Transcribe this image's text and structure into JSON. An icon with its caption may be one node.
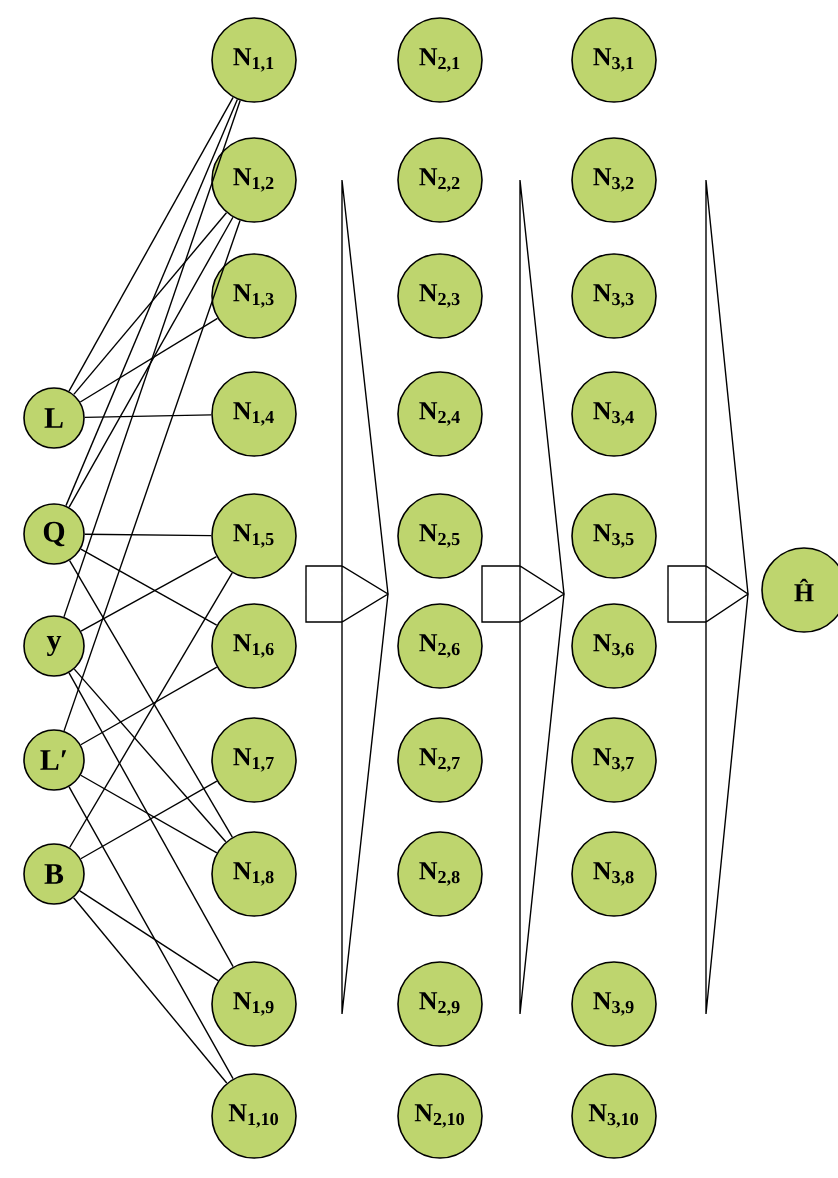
{
  "diagram": {
    "nodes": [
      {
        "text": [
          "L"
        ]
      },
      {
        "text": [
          "Q"
        ]
      },
      {
        "text": [
          "y"
        ]
      },
      {
        "text": [
          "L′"
        ]
      },
      {
        "text": [
          "B"
        ]
      },
      {
        "text": [
          "N$_{1,1}$"
        ]
      },
      {
        "text": [
          "N$_{1,2}$"
        ]
      },
      {
        "text": [
          "N$_{1,3}$"
        ]
      },
      {
        "text": [
          "N$_{1,4}$"
        ]
      },
      {
        "text": [
          "N$_{1,5}$"
        ]
      },
      {
        "text": [
          "N$_{1,6}$"
        ]
      },
      {
        "text": [
          "N$_{1,7}$"
        ]
      },
      {
        "text": [
          "N$_{1,8}$"
        ]
      },
      {
        "text": [
          "N$_{1,9}$"
        ]
      },
      {
        "text": [
          "N$_{1,10}$"
        ]
      },
      {
        "text": [
          "N$_{2,1}$"
        ]
      },
      {
        "text": [
          "N$_{2,2}$"
        ]
      },
      {
        "text": [
          "N$_{2,3}$"
        ]
      },
      {
        "text": [
          "N$_{2,4}$"
        ]
      },
      {
        "text": [
          "N$_{2,5}$"
        ]
      },
      {
        "text": [
          "N$_{2,6}$"
        ]
      },
      {
        "text": [
          "N$_{2,7}$"
        ]
      },
      {
        "text": [
          "N$_{2,8}$"
        ]
      },
      {
        "text": [
          "N$_{2,9}$"
        ]
      },
      {
        "text": [
          "N$_{2,10}$"
        ]
      },
      {
        "text": [
          "N$_{3,1}$"
        ]
      },
      {
        "text": [
          "N$_{3,2}$"
        ]
      },
      {
        "text": [
          "N$_{3,3}$"
        ]
      },
      {
        "text": [
          "N$_{3,4}$"
        ]
      },
      {
        "text": [
          "N$_{3,5}$"
        ]
      },
      {
        "text": [
          "N$_{3,6}$"
        ]
      },
      {
        "text": [
          "N$_{3,7}$"
        ]
      },
      {
        "text": [
          "N$_{3,8}$"
        ]
      },
      {
        "text": [
          "N$_{3,9}$"
        ]
      },
      {
        "text": [
          "N$_{3,10}$"
        ]
      },
      {
        "text": [
          "Ĥ"
        ]
      }
    ],
    "edges": [
      {
        "from": 0,
        "to": 5,
        "arrow": "none"
      },
      {
        "from": 0,
        "to": 6,
        "arrow": "none"
      },
      {
        "from": 0,
        "to": 7,
        "arrow": "none"
      },
      {
        "from": 0,
        "to": 8,
        "arrow": "none"
      },
      {
        "from": 1,
        "to": 5,
        "arrow": "none"
      },
      {
        "from": 1,
        "to": 6,
        "arrow": "none"
      },
      {
        "from": 1,
        "to": 9,
        "arrow": "none"
      },
      {
        "from": 1,
        "to": 10,
        "arrow": "none"
      },
      {
        "from": 1,
        "to": 12,
        "arrow": "none"
      },
      {
        "from": 2,
        "to": 5,
        "arrow": "none"
      },
      {
        "from": 2,
        "to": 9,
        "arrow": "none"
      },
      {
        "from": 2,
        "to": 12,
        "arrow": "none"
      },
      {
        "from": 2,
        "to": 13,
        "arrow": "none"
      },
      {
        "from": 3,
        "to": 6,
        "arrow": "none"
      },
      {
        "from": 3,
        "to": 10,
        "arrow": "none"
      },
      {
        "from": 3,
        "to": 12,
        "arrow": "none"
      },
      {
        "from": 3,
        "to": 14,
        "arrow": "none"
      },
      {
        "from": 4,
        "to": 9,
        "arrow": "none"
      },
      {
        "from": 4,
        "to": 11,
        "arrow": "none"
      },
      {
        "from": 4,
        "to": 13,
        "arrow": "none"
      },
      {
        "from": 4,
        "to": 14,
        "arrow": "none"
      }
    ]
  }
}
